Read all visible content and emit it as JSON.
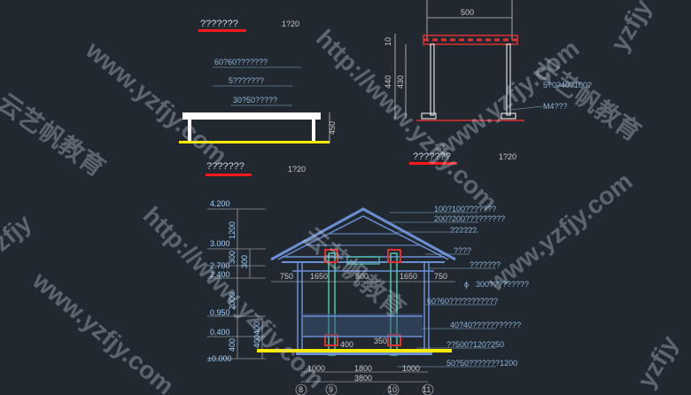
{
  "drawing": {
    "colors": {
      "background": "#212830",
      "structure": "#6a8fd4",
      "bench_top": "#ffffff",
      "ground": "#ffea00",
      "title_underline": "#ff1a1a",
      "dimension": "#c8c8c8",
      "column_green": "#4cc9a6",
      "red_markers": "#e03030"
    },
    "top_left": {
      "title": "???????",
      "scale": "1?20",
      "notes": [
        "60?60???????",
        "5???????",
        "30?50?????"
      ],
      "dim_height": "450"
    },
    "top_right": {
      "dim_top": "500",
      "dims_left": [
        "10",
        "440",
        "430"
      ],
      "notes": [
        "5?0?40?100?",
        "M4???"
      ],
      "title": "???????",
      "scale": "1?20"
    },
    "mid_title": {
      "title": "???????",
      "scale": "1?20"
    },
    "elevation": {
      "levels": [
        "4.200",
        "3.000",
        "2.700",
        "2.400",
        "0.950",
        "0.400",
        "±0.000"
      ],
      "left_dims": [
        "1200",
        "300",
        "300",
        "2000",
        "400400",
        "400"
      ],
      "top_spans": [
        "750",
        "1650",
        "500",
        "1650",
        "750"
      ],
      "inner_dims": [
        "400",
        "350"
      ],
      "bottom_spans": [
        "1000",
        "1800",
        "1000"
      ],
      "bottom_total": "3800",
      "axis_labels": [
        "8",
        "9",
        "10",
        "11"
      ],
      "phi_symbol": "ϕ",
      "annotations": [
        "100?100???????",
        "200?200?????????",
        "??????",
        "????",
        "???????",
        "300?????????",
        "60?60???????????",
        "40?40???????????",
        "??500?120?250",
        "50?50???????1200"
      ]
    },
    "watermarks": [
      "www.yzfjy.com",
      "http://www.yzfjy.com",
      "云艺帆教育",
      "yzfjy"
    ]
  }
}
